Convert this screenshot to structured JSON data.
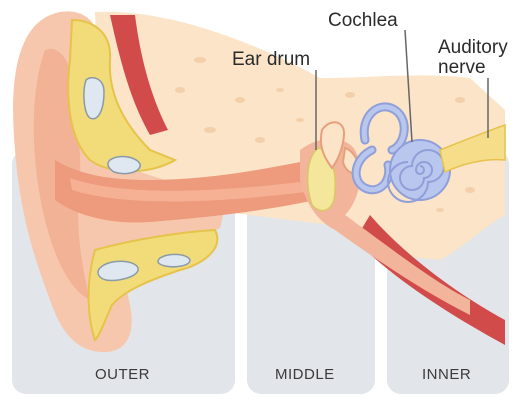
{
  "labels": {
    "ear_drum": "Ear drum",
    "cochlea": "Cochlea",
    "auditory_nerve_line1": "Auditory",
    "auditory_nerve_line2": "nerve"
  },
  "sections": {
    "outer": "OUTER",
    "middle": "MIDDLE",
    "inner": "INNER"
  },
  "colors": {
    "panel": "#e2e5ea",
    "skin": "#f7c7ad",
    "skin_dark": "#f0a98a",
    "canal": "#ee9a7c",
    "bone": "#fbe4c7",
    "cartilage": "#f2dc7a",
    "cartilage_edge": "#e6c34a",
    "muscle": "#d24b4b",
    "eardrum": "#f4e69a",
    "cochlea": "#b9c6ee",
    "cochlea_edge": "#8f9fd9",
    "nerve": "#f6dd8a",
    "leader": "#666666"
  }
}
